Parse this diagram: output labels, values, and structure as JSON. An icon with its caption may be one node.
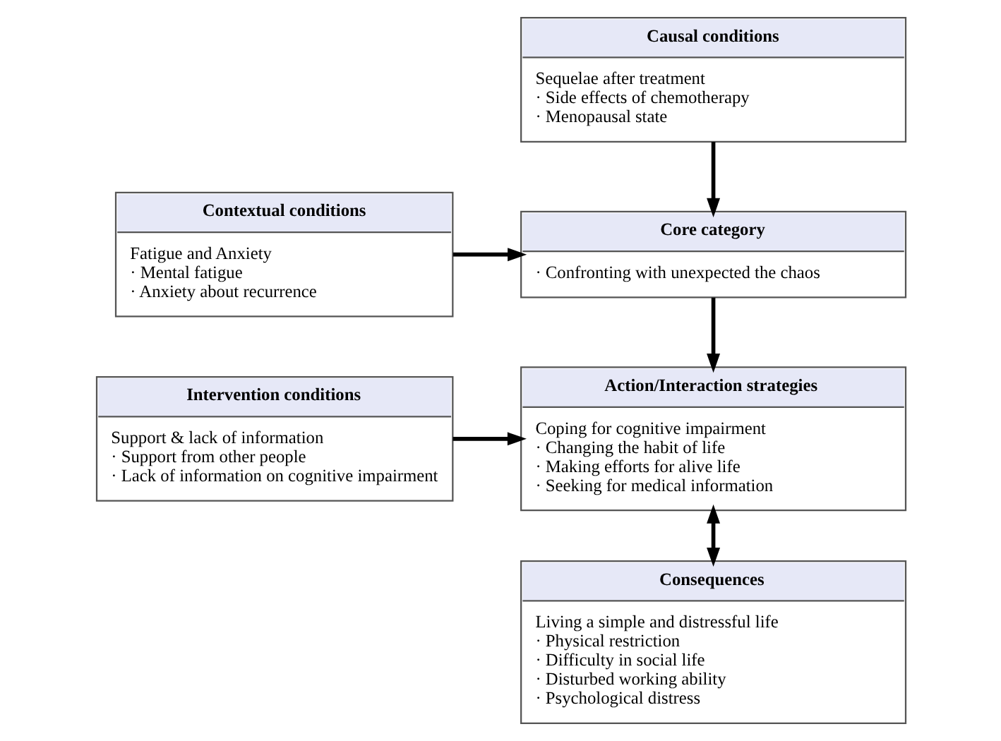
{
  "diagram": {
    "nodes": [
      {
        "text": [
          "Causal conditions",
          "Sequelae after treatment",
          "· Side effects of chemotherapy",
          "· Menopausal state"
        ]
      },
      {
        "text": [
          "Contextual conditions",
          "Fatigue and Anxiety",
          "· Mental fatigue",
          "· Anxiety about recurrence"
        ]
      },
      {
        "text": [
          "Core category",
          "· Confronting with unexpected the chaos"
        ]
      },
      {
        "text": [
          "Intervention conditions",
          "Support & lack of information",
          "· Support from other people",
          "· Lack of information on cognitive impairment"
        ]
      },
      {
        "text": [
          "Action/Interaction strategies",
          "Coping for cognitive impairment",
          "· Changing the habit of life",
          "· Making efforts for alive life",
          "· Seeking for medical information"
        ]
      },
      {
        "text": [
          "Consequences",
          "Living a simple and distressful life",
          "· Physical restriction",
          "· Difficulty in social life",
          "· Disturbed working ability",
          "· Psychological distress"
        ]
      }
    ],
    "edges": [
      {
        "from": 0,
        "to": 2,
        "arrow": "to"
      },
      {
        "from": 1,
        "to": 2,
        "arrow": "to"
      },
      {
        "from": 2,
        "to": 4,
        "arrow": "to"
      },
      {
        "from": 3,
        "to": 4,
        "arrow": "to"
      },
      {
        "from": 4,
        "to": 5,
        "arrow": "both"
      }
    ]
  }
}
